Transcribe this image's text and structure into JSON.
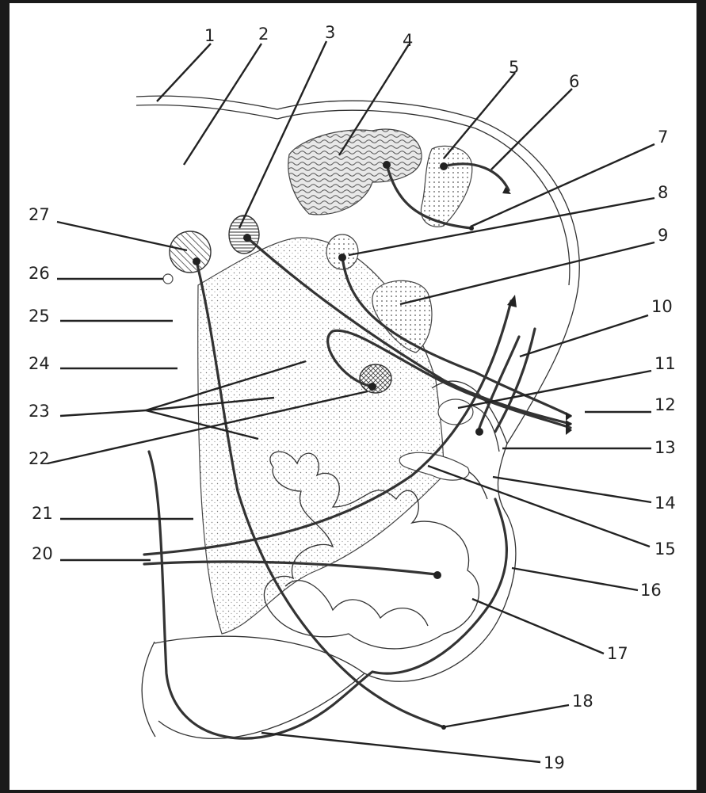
{
  "diagram": {
    "labels": [
      {
        "id": "1",
        "text": "1"
      },
      {
        "id": "2",
        "text": "2"
      },
      {
        "id": "3",
        "text": "3"
      },
      {
        "id": "4",
        "text": "4"
      },
      {
        "id": "5",
        "text": "5"
      },
      {
        "id": "6",
        "text": "6"
      },
      {
        "id": "7",
        "text": "7"
      },
      {
        "id": "8",
        "text": "8"
      },
      {
        "id": "9",
        "text": "9"
      },
      {
        "id": "10",
        "text": "10"
      },
      {
        "id": "11",
        "text": "11"
      },
      {
        "id": "12",
        "text": "12"
      },
      {
        "id": "13",
        "text": "13"
      },
      {
        "id": "14",
        "text": "14"
      },
      {
        "id": "15",
        "text": "15"
      },
      {
        "id": "16",
        "text": "16"
      },
      {
        "id": "17",
        "text": "17"
      },
      {
        "id": "18",
        "text": "18"
      },
      {
        "id": "19",
        "text": "19"
      },
      {
        "id": "20",
        "text": "20"
      },
      {
        "id": "21",
        "text": "21"
      },
      {
        "id": "22",
        "text": "22"
      },
      {
        "id": "23",
        "text": "23"
      },
      {
        "id": "24",
        "text": "24"
      },
      {
        "id": "25",
        "text": "25"
      },
      {
        "id": "26",
        "text": "26"
      },
      {
        "id": "27",
        "text": "27"
      }
    ]
  },
  "colors": {
    "background": "#1a1a1a",
    "canvas": "#ffffff",
    "ink": "#333333"
  }
}
